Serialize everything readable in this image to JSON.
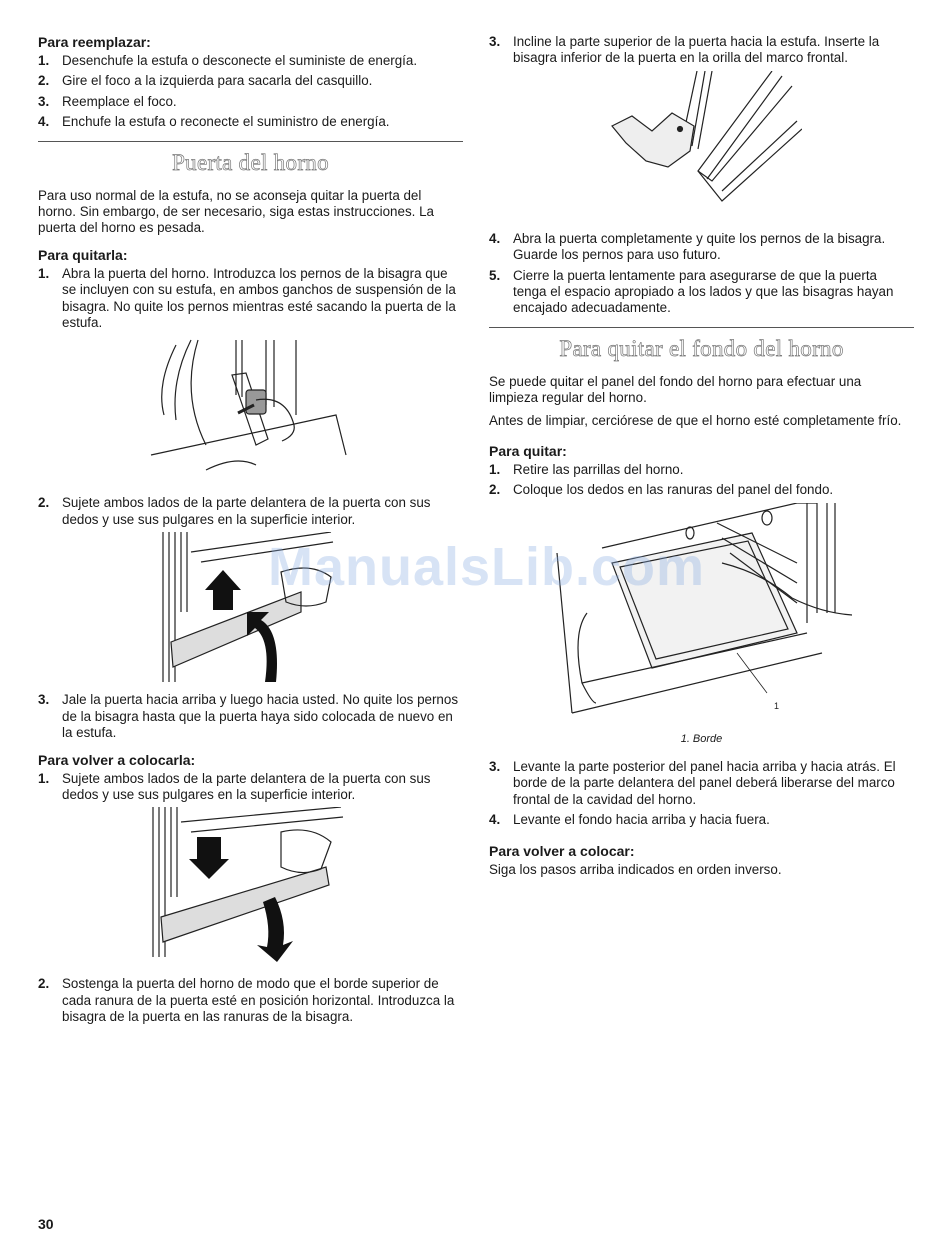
{
  "left": {
    "reemplazar_heading": "Para reemplazar:",
    "reemplazar_steps": [
      {
        "n": "1.",
        "t": "Desenchufe la estufa o desconecte el suministe de energía."
      },
      {
        "n": "2.",
        "t": "Gire el foco a la izquierda para sacarla del casquillo."
      },
      {
        "n": "3.",
        "t": "Reemplace el foco."
      },
      {
        "n": "4.",
        "t": "Enchufe la estufa o reconecte el suministro de energía."
      }
    ],
    "puerta_title": "Puerta del horno",
    "puerta_intro": "Para uso normal de la estufa, no se aconseja quitar la puerta del horno. Sin embargo, de ser necesario, siga estas instrucciones. La puerta del horno es pesada.",
    "quitarla_heading": "Para quitarla:",
    "quitarla_step1": {
      "n": "1.",
      "t": "Abra la puerta del horno. Introduzca los pernos de la bisagra que se incluyen con su estufa, en ambos ganchos de suspensión de la bisagra. No quite los pernos mientras esté sacando la puerta de la estufa."
    },
    "quitarla_step2": {
      "n": "2.",
      "t": "Sujete ambos lados de la parte delantera de la puerta con sus dedos y use sus pulgares en la superficie interior."
    },
    "quitarla_step3": {
      "n": "3.",
      "t": "Jale la puerta hacia arriba y luego hacia usted. No quite los pernos de la bisagra hasta que la puerta haya sido colocada de nuevo en la estufa."
    },
    "colocarla_heading": "Para volver a colocarla:",
    "colocarla_step1": {
      "n": "1.",
      "t": "Sujete ambos lados de la parte delantera de la puerta con sus dedos y use sus pulgares en la superficie interior."
    },
    "colocarla_step2": {
      "n": "2.",
      "t": "Sostenga la puerta del horno de modo que el borde superior de cada ranura de la puerta esté en posición horizontal. Introduzca la bisagra de la puerta en las ranuras de la bisagra."
    }
  },
  "right": {
    "colocarla_step3": {
      "n": "3.",
      "t": "Incline la parte superior de la puerta hacia la estufa. Inserte la bisagra inferior de la puerta en la orilla del marco frontal."
    },
    "colocarla_step4": {
      "n": "4.",
      "t": "Abra la puerta completamente y quite los pernos de la bisagra. Guarde los pernos para uso futuro."
    },
    "colocarla_step5": {
      "n": "5.",
      "t": "Cierre la puerta lentamente para asegurarse de que la puerta tenga el espacio apropiado a los lados y que las bisagras hayan encajado adecuadamente."
    },
    "fondo_title": "Para quitar el fondo del horno",
    "fondo_p1": "Se puede quitar el panel del fondo del horno para efectuar una limpieza regular del horno.",
    "fondo_p2": "Antes de limpiar, cerciórese de que el horno esté completamente frío.",
    "quitar_heading": "Para quitar:",
    "quitar_step1": {
      "n": "1.",
      "t": "Retire las parrillas del horno."
    },
    "quitar_step2": {
      "n": "2.",
      "t": "Coloque los dedos en las ranuras del panel del fondo."
    },
    "callout_number": "1",
    "figure_caption": "1. Borde",
    "quitar_step3": {
      "n": "3.",
      "t": "Levante la parte posterior del panel hacia arriba y hacia atrás. El borde de la parte delantera del panel deberá liberarse del marco frontal de la cavidad del horno."
    },
    "quitar_step4": {
      "n": "4.",
      "t": "Levante el fondo hacia arriba y hacia fuera."
    },
    "colocar_heading": "Para volver a colocar:",
    "colocar_text": "Siga los pasos arriba indicados en orden inverso."
  },
  "page_number": "30",
  "watermark": "ManualsLib.com"
}
